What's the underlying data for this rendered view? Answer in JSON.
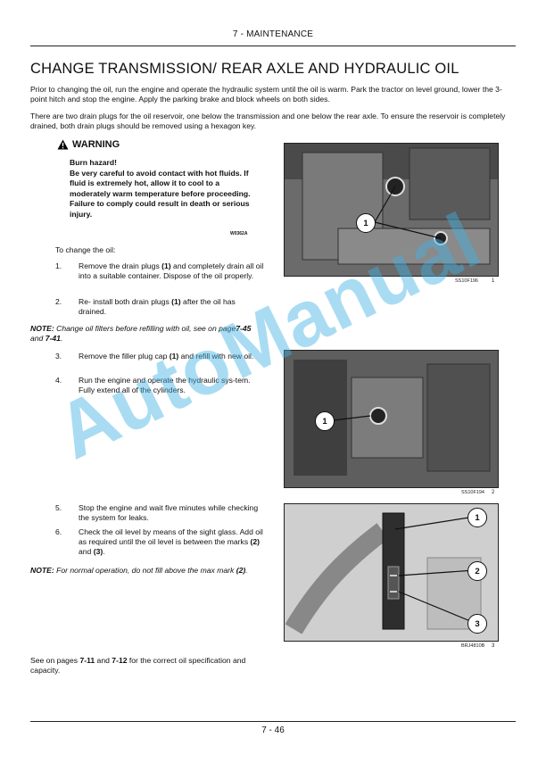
{
  "header": "7 - MAINTENANCE",
  "title": "CHANGE TRANSMISSION/ REAR AXLE AND HYDRAULIC OIL",
  "intro_paragraphs": [
    "Prior to changing the oil, run the engine and operate the hydraulic system until the oil is warm.  Park the tractor on level ground, lower the 3- point hitch and stop the engine. Apply the parking brake and block wheels on both sides.",
    "There are two drain plugs for the oil reservoir, one below the transmission and one below the rear axle. To ensure the reservoir is completely drained, both drain plugs should be removed using a hexagon key."
  ],
  "warning": {
    "label": "WARNING",
    "lines": [
      "Burn hazard!",
      "Be very careful to avoid contact with hot fluids.  If fluid is extremely hot, allow it to cool to a moderately warm temperature before proceeding.",
      "Failure to comply could result in death or serious injury."
    ],
    "code": "W0362A"
  },
  "procedure_intro": "To change the oil:",
  "steps": [
    {
      "num": "1.",
      "before": "Remove the drain plugs ",
      "ref": "(1)",
      "after": " and completely drain all oil into a suitable container.  Dispose of the oil properly."
    },
    {
      "num": "2.",
      "before": "Re- install both drain plugs ",
      "ref": "(1)",
      "after": " after the oil has drained."
    },
    {
      "num": "3.",
      "before": "Remove the filler plug cap ",
      "ref": "(1)",
      "after": " and refill with new oil."
    },
    {
      "num": "4.",
      "before": "Run the engine and operate the hydraulic sys-tem. Fully extend all of the cylinders.",
      "ref": "",
      "after": ""
    },
    {
      "num": "5.",
      "before": "Stop the engine and wait five minutes while checking the system for leaks.",
      "ref": "",
      "after": ""
    },
    {
      "num": "6.",
      "before": "Check the oil level by means of the sight glass. Add oil as required until the oil level is between the marks ",
      "ref": "(2)",
      "mid": " and ",
      "ref2": "(3)",
      "after": "."
    }
  ],
  "note1": {
    "label": "NOTE:",
    "text": " Change oil filters before refilling with oil, see on page",
    "ref1": "7-45",
    "mid": " and ",
    "ref2": "7-41",
    "end": "."
  },
  "note2": {
    "label": "NOTE:",
    "text": " For normal operation, do not fill above the max mark ",
    "ref": "(2)",
    "end": "."
  },
  "see_pages": {
    "before": "See on pages ",
    "ref1": "7-11",
    "mid": " and ",
    "ref2": "7-12",
    "after": " for the correct oil specification and capacity."
  },
  "figures": [
    {
      "code": "SS10F196",
      "number": "1",
      "callouts": [
        "1"
      ]
    },
    {
      "code": "SS10F194",
      "number": "2",
      "callouts": [
        "1"
      ]
    },
    {
      "code": "BRJ4810B",
      "number": "3",
      "callouts": [
        "1",
        "2",
        "3"
      ]
    }
  ],
  "watermark": "AutoManual",
  "footer": "7 - 46"
}
